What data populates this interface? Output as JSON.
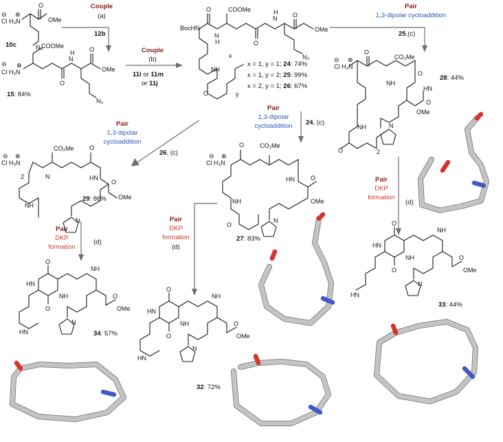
{
  "steps": {
    "couple_a": {
      "title": "Couple",
      "code": "(a)",
      "reagent": "12b"
    },
    "couple_b": {
      "title": "Couple",
      "code": "(b)",
      "reagent_line1_a": "11i",
      "reagent_line1_or": " or ",
      "reagent_line1_b": "11m",
      "reagent_line2_or": "or ",
      "reagent_line2_b": "11j"
    },
    "pair_top_right": {
      "title": "Pair",
      "reaction": "1,3-dipolar cycloaddition",
      "cond_cpd": "25",
      "cond_code": ",(c)"
    },
    "pair_mid": {
      "title": "Pair",
      "reaction_line1": "1,3-dipolar",
      "reaction_line2": "cycloaddition",
      "cond_cpd": "24",
      "cond_code": ", (c)"
    },
    "pair_left": {
      "title": "Pair",
      "reaction_line1": "1,3-dipolar",
      "reaction_line2": "cycloaddition",
      "cond_cpd": "26",
      "cond_code": ", (c)"
    },
    "pair_dkp_left": {
      "title": "Pair",
      "reaction_line1": "DKP",
      "reaction_line2": "formation",
      "code": "(d)"
    },
    "pair_dkp_mid": {
      "title": "Pair",
      "reaction_line1": "DKP",
      "reaction_line2": "formation",
      "code": "(d)"
    },
    "pair_dkp_right": {
      "title": "Pair",
      "reaction_line1": "DKP",
      "reaction_line2": "formation",
      "code": "(d)"
    }
  },
  "compounds": {
    "c10c": {
      "label": "10c"
    },
    "c15": {
      "label": "15",
      "yield": ": 84%"
    },
    "c28": {
      "label": "28",
      "yield": ": 44%"
    },
    "c29": {
      "label": "29",
      "yield": ": 86%"
    },
    "c27": {
      "label": "27",
      "yield": ": 83%"
    },
    "c33": {
      "label": "33",
      "yield": ": 44%"
    },
    "c34": {
      "label": "34",
      "yield": ": 57%"
    },
    "c32": {
      "label": "32",
      "yield": ": 72%"
    }
  },
  "series_table": [
    {
      "cond": "x = 1, y = 1; ",
      "cpd": "24",
      "yield": ": 74%"
    },
    {
      "cond": "x = 1, y = 2; ",
      "cpd": "25",
      "yield": ": 99%"
    },
    {
      "cond": "x = 2, y = 1; ",
      "cpd": "26",
      "yield": ": 67%"
    }
  ],
  "atoms": {
    "cl_h3n": "Cl H₃N",
    "cl_h3n_plus": "Cl H₃N",
    "minus": "⊖",
    "plus": "⊕",
    "ome": "OMe",
    "n3": "N₃",
    "cooMe": "COOMe",
    "co2me": "CO₂Me",
    "bochn": "BocHN",
    "nh": "NH",
    "hn": "HN",
    "h": "H",
    "n": "N",
    "o": "O",
    "x": "x",
    "y": "y",
    "two": "2"
  }
}
